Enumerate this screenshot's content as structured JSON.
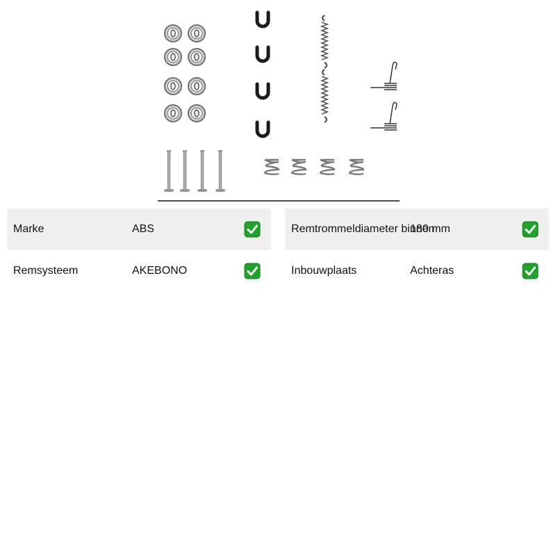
{
  "product": {
    "image_icon": "brake-shoe-accessory-kit-icon",
    "parts": [
      "pressure-disc",
      "u-clip",
      "return-spring",
      "hook-spring",
      "retaining-pin",
      "coil-spring"
    ]
  },
  "specs": {
    "left": [
      {
        "label": "Marke",
        "value": "ABS",
        "icon": "check-icon"
      },
      {
        "label": "Remsysteem",
        "value": "AKEBONO",
        "icon": "check-icon"
      }
    ],
    "right": [
      {
        "label": "Remtrommeldiameter binnen",
        "value": "180 mm",
        "icon": "check-icon"
      },
      {
        "label": "Inbouwplaats",
        "value": "Achteras",
        "icon": "check-icon"
      }
    ]
  },
  "colors": {
    "check_green": "#1fa32a",
    "row_shade": "#f0f0f0",
    "part_gray": "#9a9a9a",
    "part_dark": "#1a1a1a"
  }
}
